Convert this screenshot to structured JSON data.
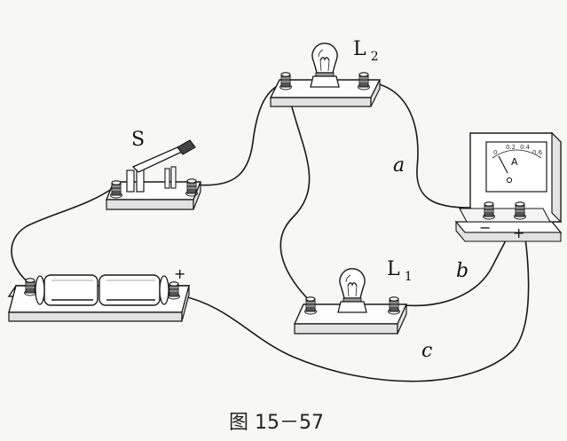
{
  "labels": {
    "switch": "S",
    "lamp_top_letter": "L",
    "lamp_top_index": "2",
    "lamp_bottom_letter": "L",
    "lamp_bottom_index": "1",
    "wire_a": "a",
    "wire_b": "b",
    "wire_c": "c",
    "battery_plus": "+",
    "meter_unit": "A",
    "meter_minus": "−",
    "meter_plus": "+"
  },
  "meter_scale": [
    "0",
    "0.2",
    "0.4",
    "0.6"
  ],
  "caption": "图 15－57"
}
